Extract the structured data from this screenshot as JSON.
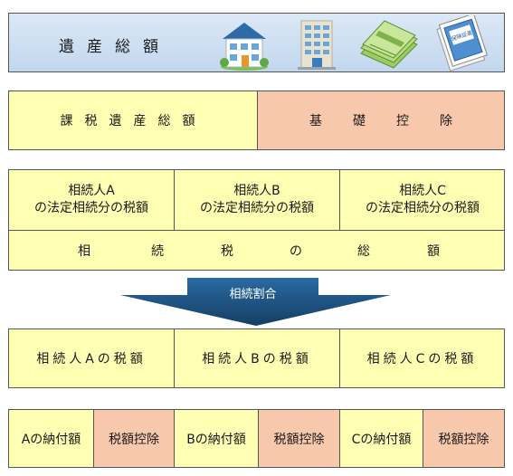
{
  "estate_total": {
    "label": "遺産総額",
    "icons": [
      "house-icon",
      "apartment-building-icon",
      "cash-bundle-icon",
      "insurance-certificate-icon"
    ],
    "certificate_text": "保険証書"
  },
  "taxable_estate": {
    "left_label": "課税遺産総額",
    "right_label": "基礎控除"
  },
  "legal_shares": {
    "heirs": [
      {
        "line1": "相続人A",
        "line2": "の法定相続分の税額"
      },
      {
        "line1": "相続人B",
        "line2": "の法定相続分の税額"
      },
      {
        "line1": "相続人C",
        "line2": "の法定相続分の税額"
      }
    ],
    "total_chars": [
      "相",
      "続",
      "税",
      "の",
      "総",
      "額"
    ]
  },
  "arrow": {
    "label": "相続割合"
  },
  "heir_taxes": [
    {
      "label": "相続人Aの税額"
    },
    {
      "label": "相続人Bの税額"
    },
    {
      "label": "相続人Cの税額"
    }
  ],
  "payments": [
    {
      "payment": "Aの納付額",
      "credit": "税額控除"
    },
    {
      "payment": "Bの納付額",
      "credit": "税額控除"
    },
    {
      "payment": "Cの納付額",
      "credit": "税額控除"
    }
  ],
  "colors": {
    "yellow": "#ffffb3",
    "pink": "#f8c8ac",
    "light_blue": "#c8dcf0",
    "arrow_blue": "#1f5b8e"
  }
}
